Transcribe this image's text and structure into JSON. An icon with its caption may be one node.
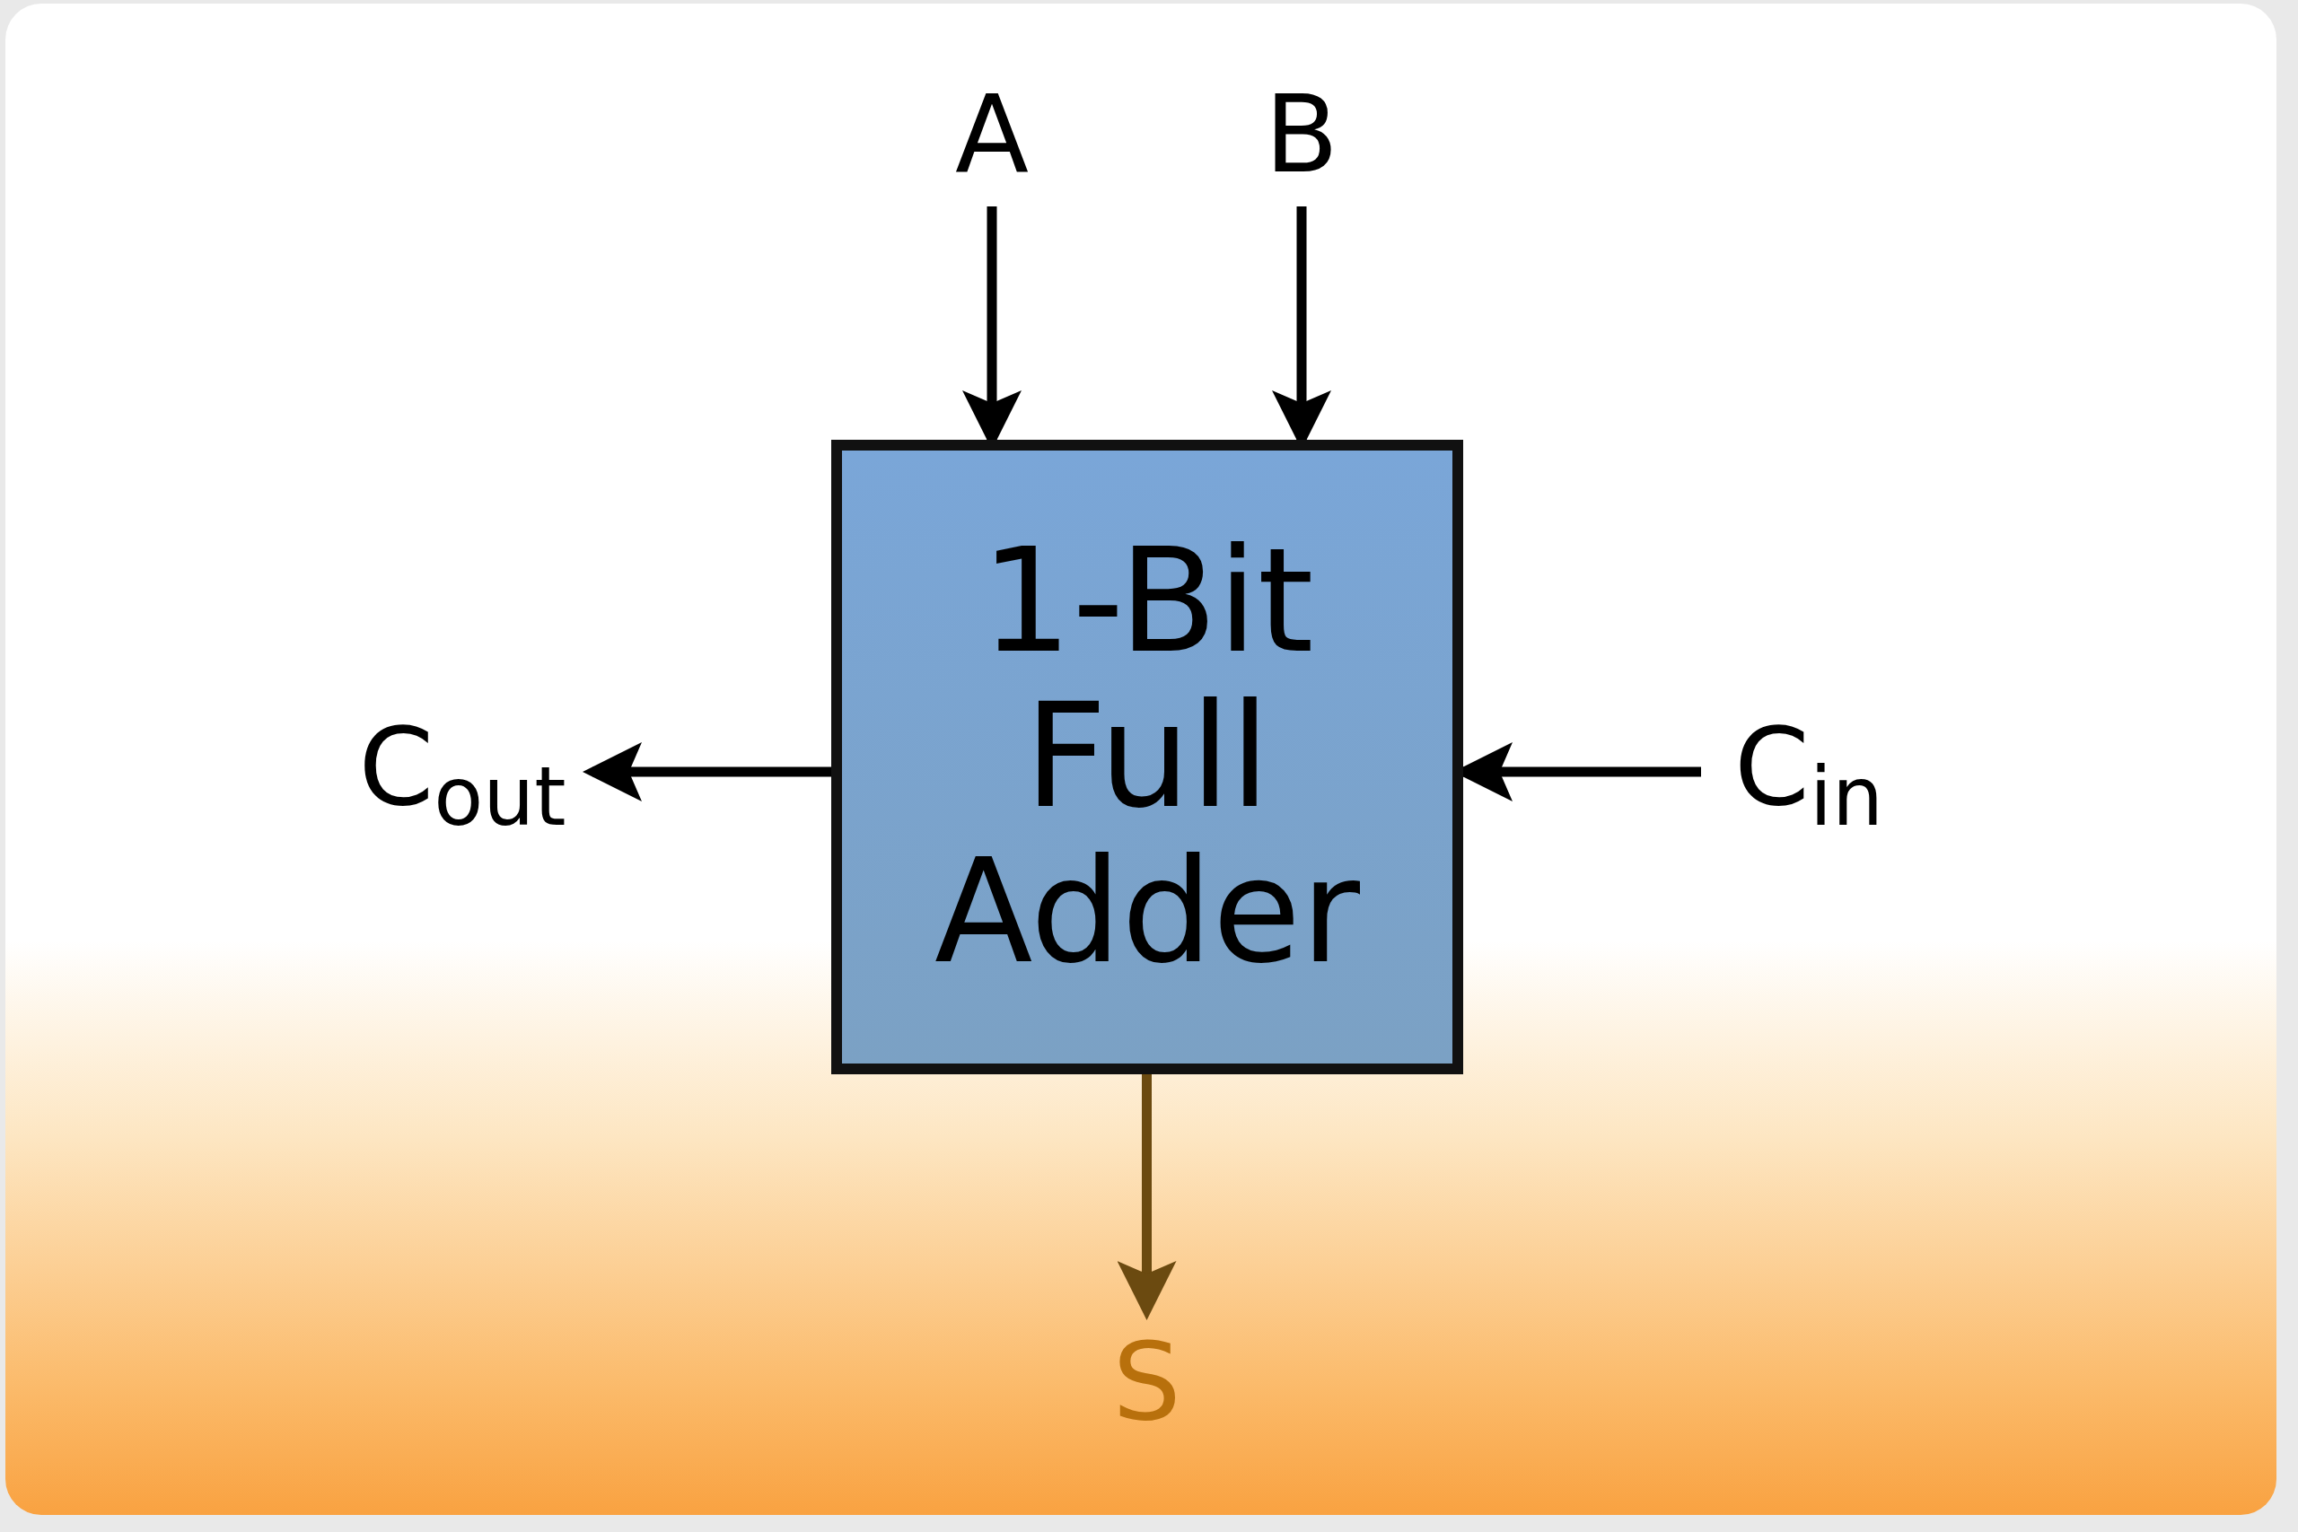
{
  "diagram": {
    "nodes": [
      {
        "text": [
          "1-Bit Full Adder"
        ]
      },
      {
        "text": [
          "A"
        ]
      },
      {
        "text": [
          "B"
        ]
      },
      {
        "text": [
          "C$_{out}$"
        ]
      },
      {
        "text": [
          "C$_{in}$"
        ]
      },
      {
        "text": [
          "S"
        ]
      }
    ],
    "edges": [
      {
        "from": 1,
        "to": 0,
        "arrow": "to"
      },
      {
        "from": 2,
        "to": 0,
        "arrow": "to"
      },
      {
        "from": 4,
        "to": 0,
        "arrow": "to"
      },
      {
        "from": 0,
        "to": 3,
        "arrow": "to"
      },
      {
        "from": 0,
        "to": 5,
        "arrow": "to",
        "color": "#6b4a10"
      }
    ]
  }
}
